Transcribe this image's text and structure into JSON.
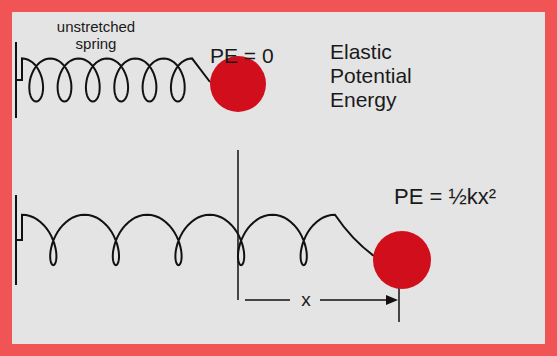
{
  "diagram": {
    "labels": [
      "unstretched spring",
      "PE = 0",
      "Elastic Potential Energy",
      "PE = ½kx²",
      "x"
    ]
  }
}
